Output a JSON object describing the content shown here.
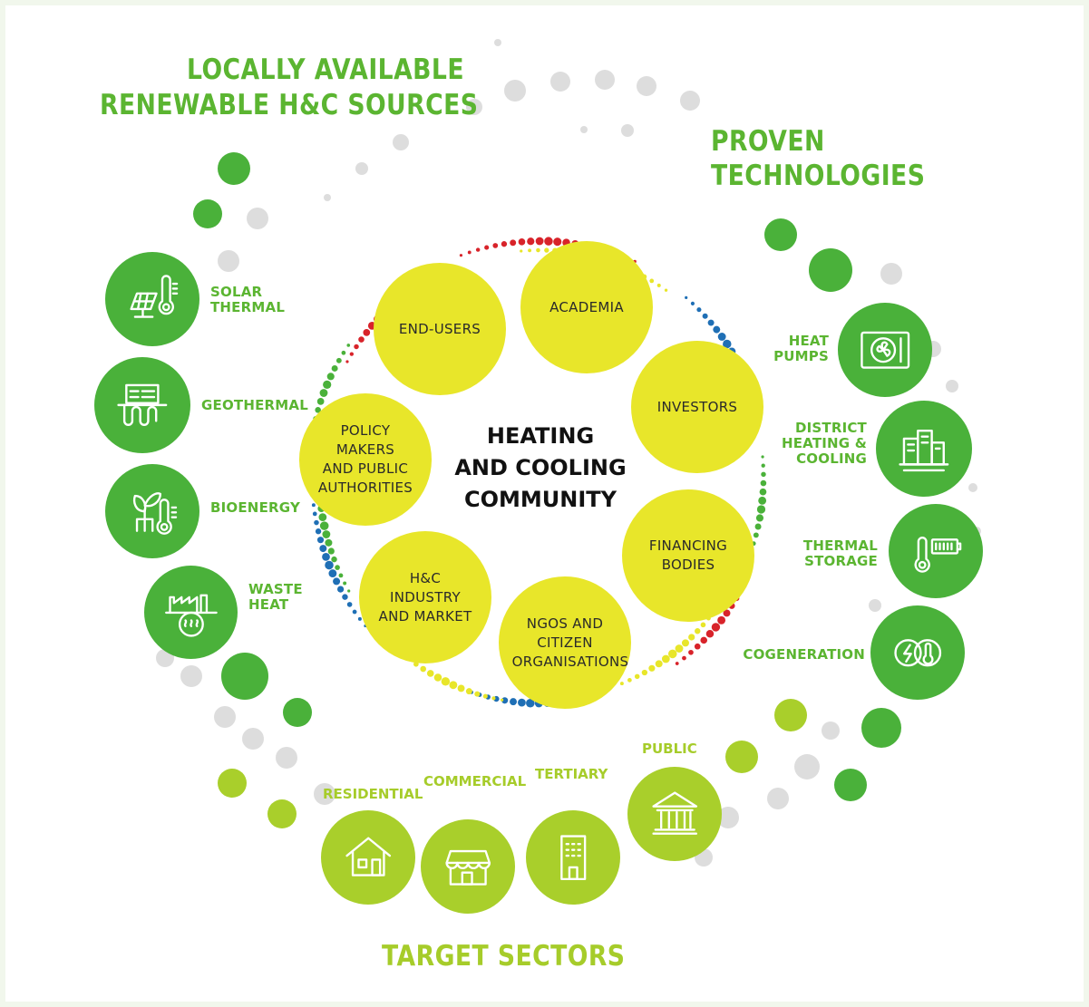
{
  "titles": {
    "sources_line1": "LOCALLY AVAILABLE",
    "sources_line2": "RENEWABLE H&C SOURCES",
    "technologies_line1": "PROVEN",
    "technologies_line2": "TECHNOLOGIES",
    "sectors": "TARGET SECTORS",
    "center": "HEATING\nAND COOLING\nCOMMUNITY"
  },
  "sources": [
    {
      "label": "SOLAR\nTHERMAL",
      "icon": "solar-thermal-icon"
    },
    {
      "label": "GEOTHERMAL",
      "icon": "geothermal-icon"
    },
    {
      "label": "BIOENERGY",
      "icon": "bioenergy-icon"
    },
    {
      "label": "WASTE\nHEAT",
      "icon": "waste-heat-icon"
    }
  ],
  "technologies": [
    {
      "label": "HEAT\nPUMPS",
      "icon": "heat-pump-icon"
    },
    {
      "label": "DISTRICT\nHEATING &\nCOOLING",
      "icon": "district-heating-icon"
    },
    {
      "label": "THERMAL\nSTORAGE",
      "icon": "thermal-storage-icon"
    },
    {
      "label": "COGENERATION",
      "icon": "cogeneration-icon"
    }
  ],
  "sectors": [
    {
      "label": "RESIDENTIAL",
      "icon": "house-icon"
    },
    {
      "label": "COMMERCIAL",
      "icon": "shop-icon"
    },
    {
      "label": "TERTIARY",
      "icon": "office-building-icon"
    },
    {
      "label": "PUBLIC",
      "icon": "public-building-icon"
    }
  ],
  "stakeholders": [
    {
      "label": "END-USERS"
    },
    {
      "label": "ACADEMIA"
    },
    {
      "label": "INVESTORS"
    },
    {
      "label": "FINANCING\nBODIES"
    },
    {
      "label": "NGOS AND\nCITIZEN\nORGANISATIONS"
    },
    {
      "label": "H&C\nINDUSTRY\nAND MARKET"
    },
    {
      "label": "POLICY\nMAKERS\nAND PUBLIC\nAUTHORITIES"
    }
  ],
  "colors": {
    "green": "#4ab13a",
    "lime": "#a9cf2b",
    "yellow": "#e8e62a",
    "grey_dot": "#dddddd",
    "ring_red": "#d8232a",
    "ring_blue": "#1f6fb5",
    "ring_green": "#4ab13a",
    "ring_yellow": "#e8e62a"
  }
}
